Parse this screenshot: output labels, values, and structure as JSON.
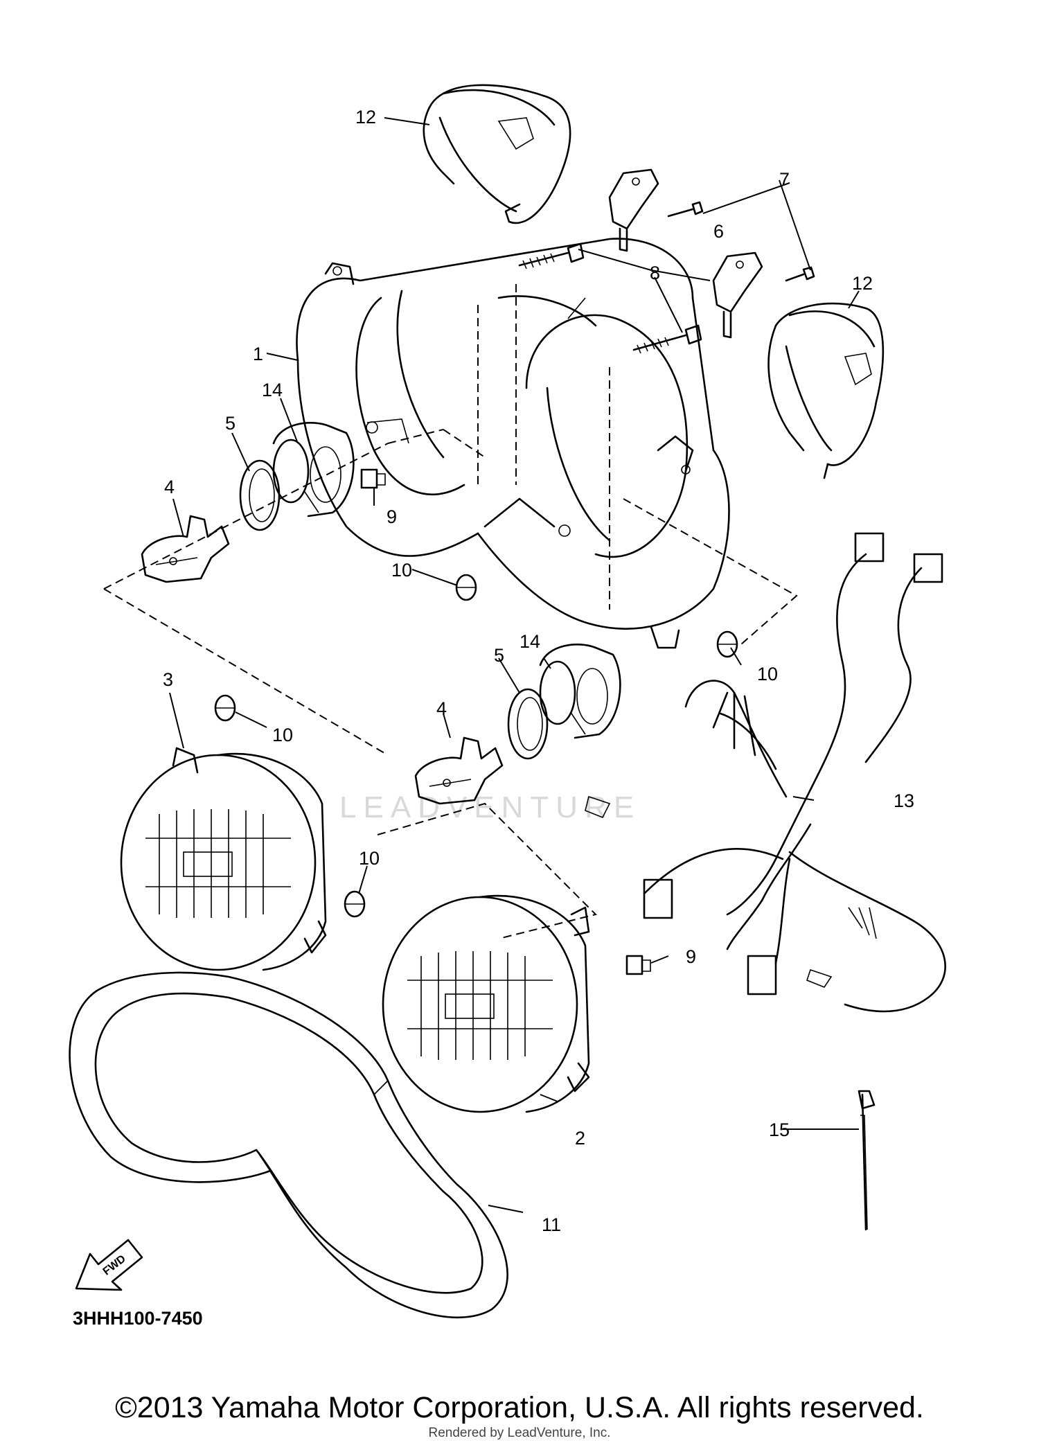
{
  "watermark": "LEADVENTURE",
  "diagram_code": "3HHH100-7450",
  "fwd_label": "FWD",
  "labels": {
    "l1": "1",
    "l2": "2",
    "l3": "3",
    "l4a": "4",
    "l4b": "4",
    "l5a": "5",
    "l5b": "5",
    "l6": "6",
    "l7": "7",
    "l8": "8",
    "l9a": "9",
    "l9b": "9",
    "l10a": "10",
    "l10b": "10",
    "l10c": "10",
    "l10d": "10",
    "l11": "11",
    "l12a": "12",
    "l12b": "12",
    "l13": "13",
    "l14a": "14",
    "l14b": "14",
    "l15": "15"
  },
  "footer": {
    "copyright": "©2013 Yamaha Motor Corporation, U.S.A. All rights reserved.",
    "rendered_by": "Rendered by LeadVenture, Inc."
  }
}
